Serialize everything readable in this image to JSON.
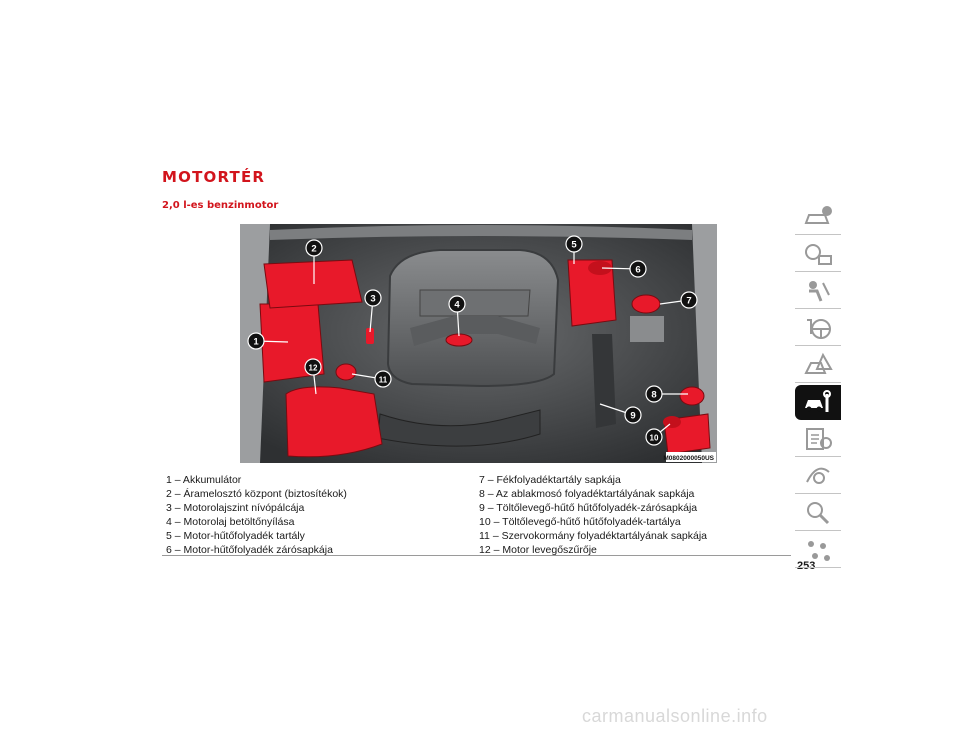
{
  "page": {
    "title": "MOTORTÉR",
    "subtitle": "2,0 l-es benzinmotor",
    "page_number": "253",
    "image_code": "M0802000050US",
    "watermark": "carmanualsonline.info"
  },
  "callouts": [
    "1",
    "2",
    "3",
    "4",
    "5",
    "6",
    "7",
    "8",
    "9",
    "10",
    "11",
    "12"
  ],
  "legend": {
    "left": [
      "1 – Akkumulátor",
      "2 – Áramelosztó központ (biztosítékok)",
      "3 – Motorolajszint nívópálcája",
      "4 – Motorolaj betöltőnyílása",
      "5 – Motor-hűtőfolyadék tartály",
      "6 – Motor-hűtőfolyadék zárósapkája"
    ],
    "right": [
      "7 – Fékfolyadéktartály sapkája",
      "8 – Az ablakmosó folyadéktartályának sapkája",
      "9 – Töltőlevegő-hűtő hűtőfolyadék-zárósapkája",
      "10 – Töltőlevegő-hűtő hűtőfolyadék-tartálya",
      "11 – Szervokormány folyadéktartályának sapkája",
      "12 – Motor levegőszűrője"
    ]
  },
  "side_tabs": [
    {
      "icon": "car-info-icon",
      "active": false
    },
    {
      "icon": "dashboard-messages-icon",
      "active": false
    },
    {
      "icon": "safety-icon",
      "active": false
    },
    {
      "icon": "steering-wheel-icon",
      "active": false
    },
    {
      "icon": "emergency-icon",
      "active": false
    },
    {
      "icon": "car-service-wrench-icon",
      "active": true
    },
    {
      "icon": "specifications-icon",
      "active": false
    },
    {
      "icon": "multimedia-icon",
      "active": false
    },
    {
      "icon": "index-search-icon",
      "active": false
    },
    {
      "icon": "language-index-icon",
      "active": false
    }
  ],
  "colors": {
    "accent": "#d2141c",
    "highlight": "#e8192a",
    "engine_gray": "#5a5c5e"
  }
}
